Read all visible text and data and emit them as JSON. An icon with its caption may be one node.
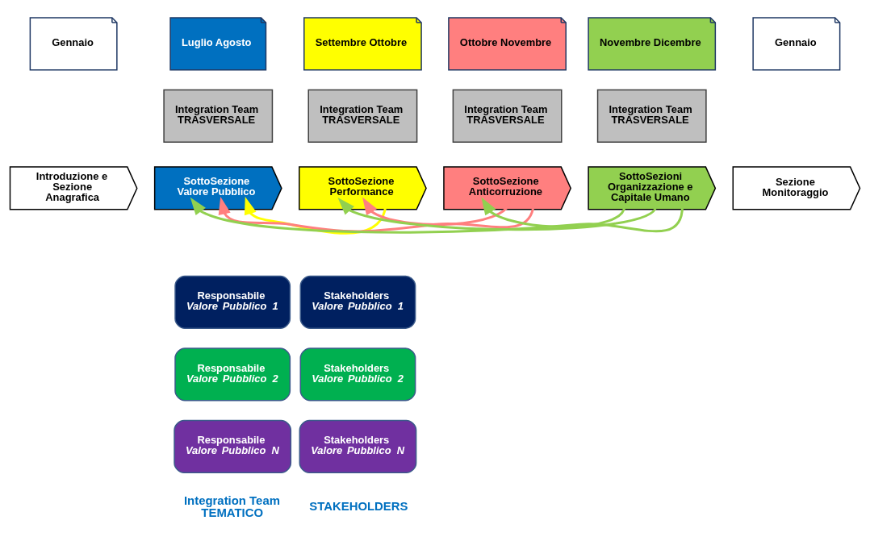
{
  "diagram": {
    "nodes": [
      {
        "text": [
          "Gennaio"
        ]
      },
      {
        "text": [
          "Luglio Agosto"
        ]
      },
      {
        "text": [
          "Settembre Ottobre"
        ]
      },
      {
        "text": [
          "Ottobre Novembre"
        ]
      },
      {
        "text": [
          "Novembre Dicembre"
        ]
      },
      {
        "text": [
          "Gennaio"
        ]
      },
      {
        "text": [
          "Integration Team TRASVERSALE"
        ]
      },
      {
        "text": [
          "Integration Team TRASVERSALE"
        ]
      },
      {
        "text": [
          "Integration Team TRASVERSALE"
        ]
      },
      {
        "text": [
          "Integration Team TRASVERSALE"
        ]
      },
      {
        "text": [
          "Introduzione e Sezione Anagrafica"
        ]
      },
      {
        "text": [
          "SottoSezione Valore Pubblico"
        ]
      },
      {
        "text": [
          "SottoSezione Performance"
        ]
      },
      {
        "text": [
          "SottoSezione Anticorruzione"
        ]
      },
      {
        "text": [
          "SottoSezioni Organizzazione e Capitale Umano"
        ]
      },
      {
        "text": [
          "Sezione Monitoraggio"
        ]
      },
      {
        "text": [
          "Responsabile *Valore Pubblico 1*"
        ]
      },
      {
        "text": [
          "Stakeholders *Valore Pubblico 1*"
        ]
      },
      {
        "text": [
          "Responsabile *Valore Pubblico 2*"
        ]
      },
      {
        "text": [
          "Stakeholders *Valore Pubblico 2*"
        ]
      },
      {
        "text": [
          "Responsabile *Valore Pubblico N*"
        ]
      },
      {
        "text": [
          "Stakeholders *Valore Pubblico N*"
        ]
      }
    ],
    "edges": [
      {
        "from": 12,
        "to": 11,
        "arrow": "to",
        "color": "#ffff00"
      },
      {
        "from": 13,
        "to": 12,
        "arrow": "to",
        "color": "#ff7f7f"
      },
      {
        "from": 13,
        "to": 11,
        "arrow": "to",
        "color": "#ff7f7f"
      },
      {
        "from": 14,
        "to": 13,
        "arrow": "to",
        "color": "#92d050"
      },
      {
        "from": 14,
        "to": 12,
        "arrow": "to",
        "color": "#92d050"
      },
      {
        "from": 14,
        "to": 11,
        "arrow": "to",
        "color": "#92d050"
      }
    ],
    "labels": [
      "Integration Team TEMATICO",
      "STAKEHOLDERS"
    ]
  }
}
